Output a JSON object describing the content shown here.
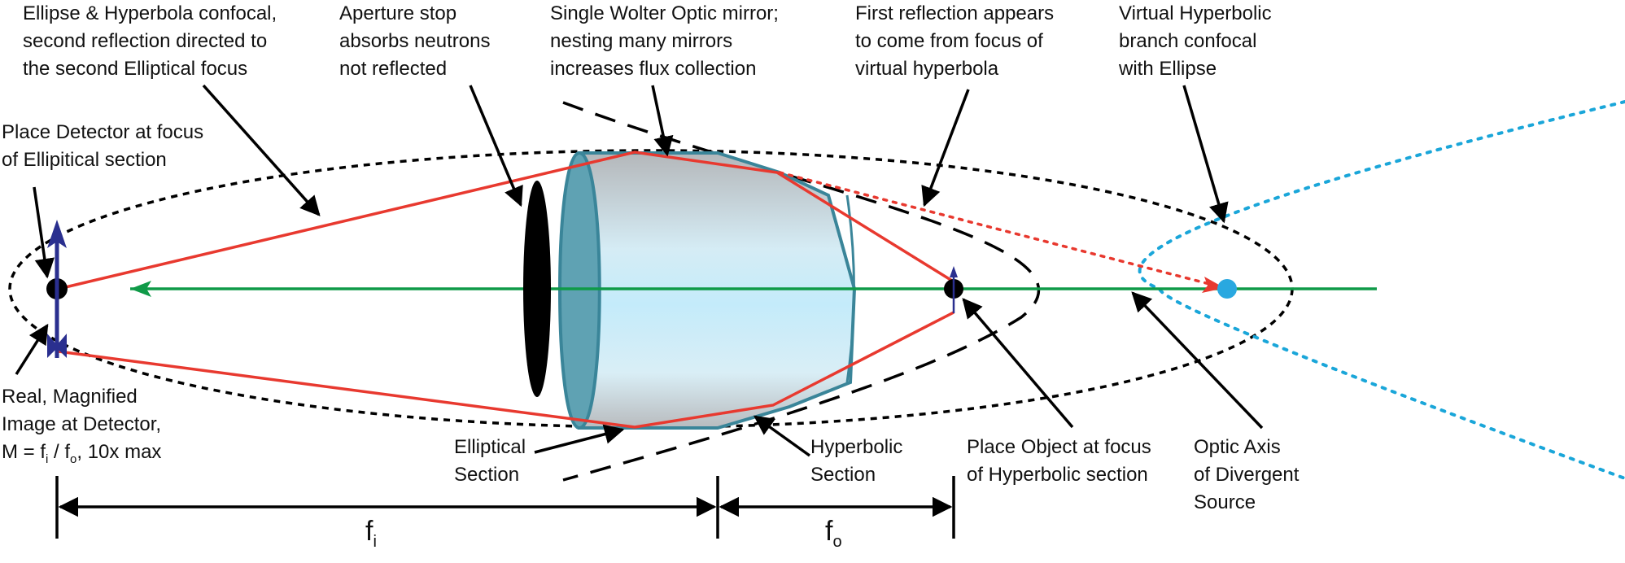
{
  "labels": {
    "ellipse_hyperbola": [
      "Ellipse & Hyperbola confocal,",
      "second reflection directed to",
      "the second Elliptical focus"
    ],
    "aperture": [
      "Aperture stop",
      "absorbs neutrons",
      "not reflected"
    ],
    "wolter": [
      "Single Wolter Optic mirror;",
      "nesting many mirrors",
      "increases flux collection"
    ],
    "first_reflection": [
      "First reflection appears",
      "to come from focus of",
      "virtual hyperbola"
    ],
    "virtual_branch": [
      "Virtual Hyperbolic",
      "branch confocal",
      "with Ellipse"
    ],
    "detector_focus": [
      "Place Detector at focus",
      "of Ellipitical section"
    ],
    "image": {
      "line1": "Real, Magnified",
      "line2": "Image at Detector,",
      "m_prefix": "M = f",
      "m_sub1": "i",
      "m_mid": " / f",
      "m_sub2": "o",
      "m_suffix": ", 10x max"
    },
    "elliptical": [
      "Elliptical",
      "Section"
    ],
    "hyperbolic": [
      "Hyperbolic",
      "Section"
    ],
    "object_focus": [
      "Place Object at focus",
      "of Hyperbolic section"
    ],
    "optic_axis": [
      "Optic Axis",
      "of Divergent",
      "Source"
    ]
  },
  "dimensions": {
    "fi": {
      "base": "f",
      "sub": "i"
    },
    "fo": {
      "base": "f",
      "sub": "o"
    }
  },
  "colors": {
    "ray": "#e8392f",
    "axis": "#0f9a48",
    "mirror_edge": "#3a8599",
    "mirror_fill_light": "#c9ecf8",
    "mirror_fill_grey": "#b8bcc0",
    "virtual_hyperbola": "#1aa6d9",
    "arrow_blue": "#2a2f8f",
    "aperture": "#000000",
    "source": "#29a8e0"
  },
  "icons": {
    "detector": "detector-dot-icon",
    "object": "object-dot-icon",
    "source": "source-dot-icon",
    "image_arrow": "magnified-image-arrow-icon"
  }
}
